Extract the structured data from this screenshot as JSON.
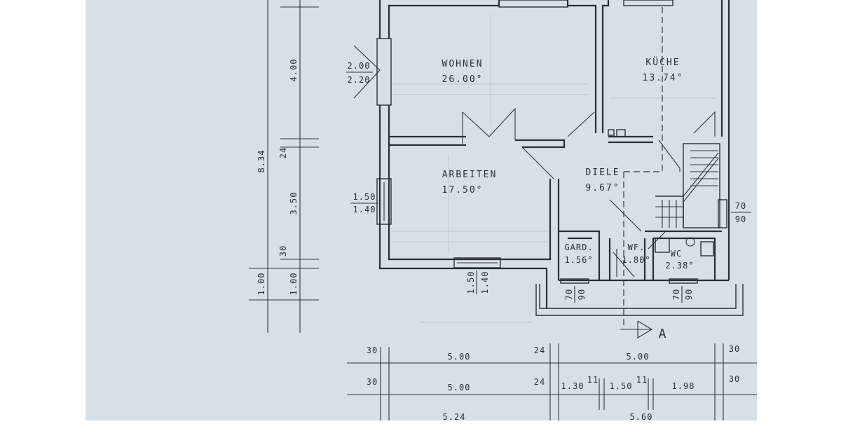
{
  "colors": {
    "paper": "#d7e0e6",
    "ink": "#2a2f35",
    "margin": "#ffffff"
  },
  "rooms": {
    "wohnen": {
      "name": "WOHNEN",
      "area": "26.00°"
    },
    "kueche": {
      "name": "KÜCHE",
      "area": "13.74°"
    },
    "arbeiten": {
      "name": "ARBEITEN",
      "area": "17.50°"
    },
    "diele": {
      "name": "DIELE",
      "area": "9.67°"
    },
    "gard": {
      "name": "GARD.",
      "area": "1.56°"
    },
    "wf": {
      "name": "WF.",
      "area": "1.80°"
    },
    "wc": {
      "name": "WC",
      "area": "2.38°"
    }
  },
  "openings": {
    "wohnen_window": [
      "2.00",
      "2.20"
    ],
    "arbeiten_window_side": [
      "1.50",
      "1.40"
    ],
    "arbeiten_window_bottom": [
      "1.50",
      "1.40"
    ],
    "gard_opening": [
      "70",
      "90"
    ],
    "wc_opening": [
      "70",
      "90"
    ],
    "right_opening": [
      "70",
      "90"
    ]
  },
  "vertical_dimensions": {
    "total": "8.34",
    "segments": [
      "4.00",
      "24",
      "3.50",
      "30",
      "1.00"
    ],
    "outer_segment": "1.00"
  },
  "horizontal_dimensions": {
    "row1": [
      "30",
      "5.00",
      "24",
      "5.00",
      "30"
    ],
    "row2": [
      "30",
      "5.00",
      "24",
      "1.30",
      "11",
      "1.50",
      "11",
      "1.98",
      "30"
    ],
    "row3": [
      "5.24",
      "5.60"
    ]
  },
  "section_marker": "A"
}
